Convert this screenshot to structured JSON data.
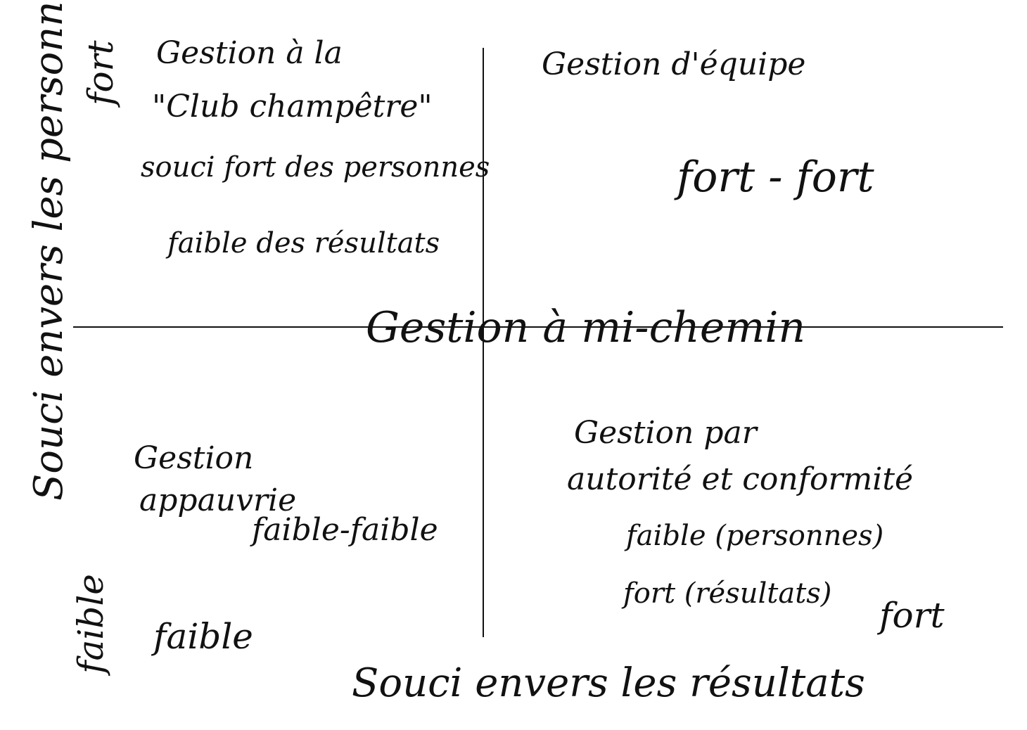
{
  "diagram": {
    "y_axis": {
      "title": "Souci envers les personnes",
      "high_label": "fort",
      "low_label": "faible"
    },
    "x_axis": {
      "title": "Souci envers les résultats",
      "low_label": "faible",
      "high_label": "fort"
    },
    "center": {
      "label": "Gestion à mi-chemin"
    },
    "quadrants": {
      "top_left": {
        "title_line1": "Gestion à la",
        "title_line2": "\"Club champêtre\"",
        "desc_line1": "souci fort des personnes",
        "desc_line2": "faible des résultats"
      },
      "top_right": {
        "title": "Gestion d'équipe",
        "level": "fort - fort"
      },
      "bottom_left": {
        "title_line1": "Gestion",
        "title_line2": "appauvrie",
        "level": "faible-faible"
      },
      "bottom_right": {
        "title_line1": "Gestion par",
        "title_line2": "autorité et conformité",
        "desc_line1": "faible (personnes)",
        "desc_line2": "fort (résultats)"
      }
    }
  }
}
